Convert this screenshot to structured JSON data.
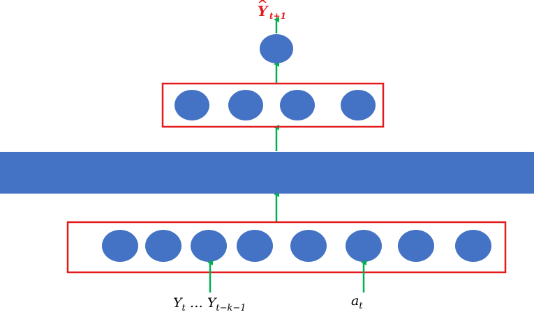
{
  "diagram": {
    "output_label": {
      "symbol": "Y",
      "hat": "^",
      "subscript": "t+1",
      "color": "#E41A1C"
    },
    "input_labels": [
      {
        "id": "history",
        "text": "Y",
        "sub": "t",
        "mid": " … Y",
        "sub2": "t−k−1"
      },
      {
        "id": "action",
        "text": "a",
        "sub": "t"
      }
    ],
    "layers": {
      "input_nodes": 8,
      "hidden_nodes": 4,
      "output_nodes": 1
    },
    "colors": {
      "node": "#4472C4",
      "frame": "#E41A1C",
      "arrow": "#00B050"
    }
  }
}
